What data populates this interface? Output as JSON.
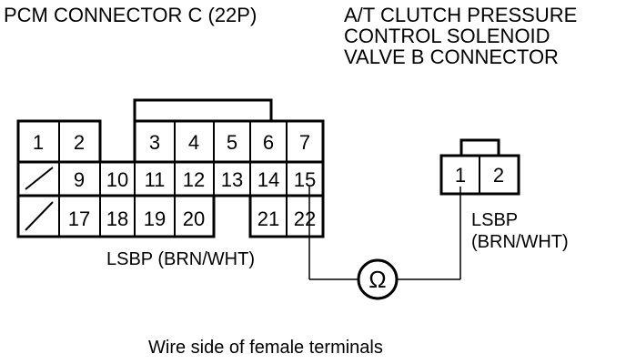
{
  "pcm_connector": {
    "title": "PCM CONNECTOR C (22P)",
    "pins": [
      "1",
      "2",
      "3",
      "4",
      "5",
      "6",
      "7",
      "9",
      "10",
      "11",
      "12",
      "13",
      "14",
      "15",
      "17",
      "18",
      "19",
      "20",
      "21",
      "22"
    ],
    "wire_label": "LSBP (BRN/WHT)"
  },
  "solenoid_connector": {
    "title_lines": [
      "A/T CLUTCH PRESSURE",
      "CONTROL SOLENOID",
      "VALVE B CONNECTOR"
    ],
    "pins": [
      "1",
      "2"
    ],
    "wire_label_lines": [
      "LSBP",
      "(BRN/WHT)"
    ]
  },
  "meter_symbol": "Ω",
  "caption": "Wire side of female terminals"
}
